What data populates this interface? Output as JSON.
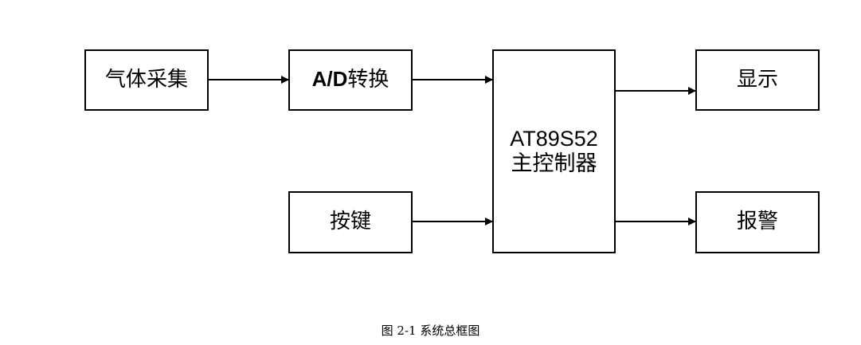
{
  "blocks": {
    "gas_collection": "气体采集",
    "ad_conversion_prefix": "A/D",
    "ad_conversion_suffix": "转换",
    "keys": "按键",
    "controller_model": "AT89S52",
    "controller_name": "主控制器",
    "display": "显示",
    "alarm": "报警"
  },
  "connections": [
    {
      "from": "gas_collection",
      "to": "ad_conversion"
    },
    {
      "from": "ad_conversion",
      "to": "controller"
    },
    {
      "from": "keys",
      "to": "controller"
    },
    {
      "from": "controller",
      "to": "display"
    },
    {
      "from": "controller",
      "to": "alarm"
    }
  ],
  "caption": "图 2-1 系统总框图"
}
